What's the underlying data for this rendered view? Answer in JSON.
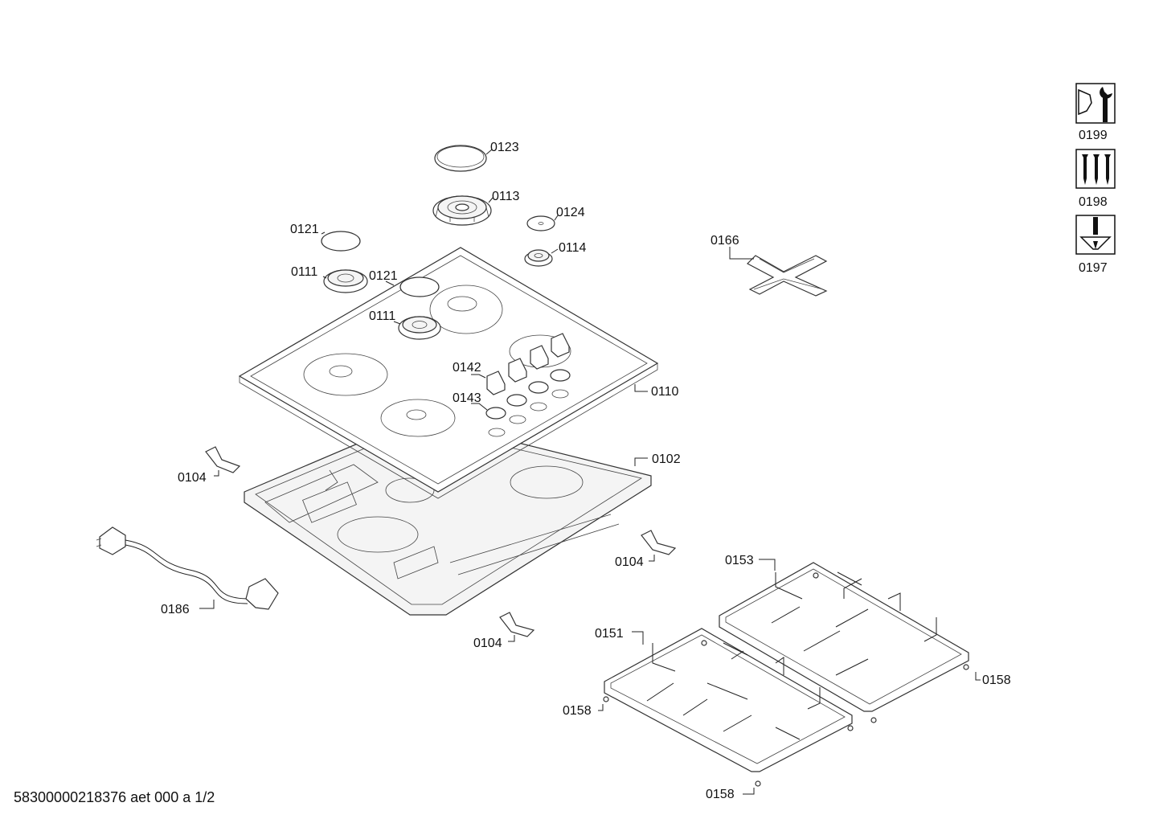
{
  "labels": {
    "p0123": "0123",
    "p0113": "0113",
    "p0124": "0124",
    "p0121a": "0121",
    "p0114": "0114",
    "p0111a": "0111",
    "p0121b": "0121",
    "p0111b": "0111",
    "p0166": "0166",
    "p0142": "0142",
    "p0110": "0110",
    "p0143": "0143",
    "p0102": "0102",
    "p0104a": "0104",
    "p0104b": "0104",
    "p0104c": "0104",
    "p0186": "0186",
    "p0153": "0153",
    "p0151": "0151",
    "p0158a": "0158",
    "p0158b": "0158",
    "p0158c": "0158",
    "p0199": "0199",
    "p0198": "0198",
    "p0197": "0197"
  },
  "footer": {
    "document_id": "58300000218376 aet 000 a  1/2"
  },
  "icons": [
    "service-wrench-icon",
    "screws-icon",
    "screwdriver-icon"
  ]
}
